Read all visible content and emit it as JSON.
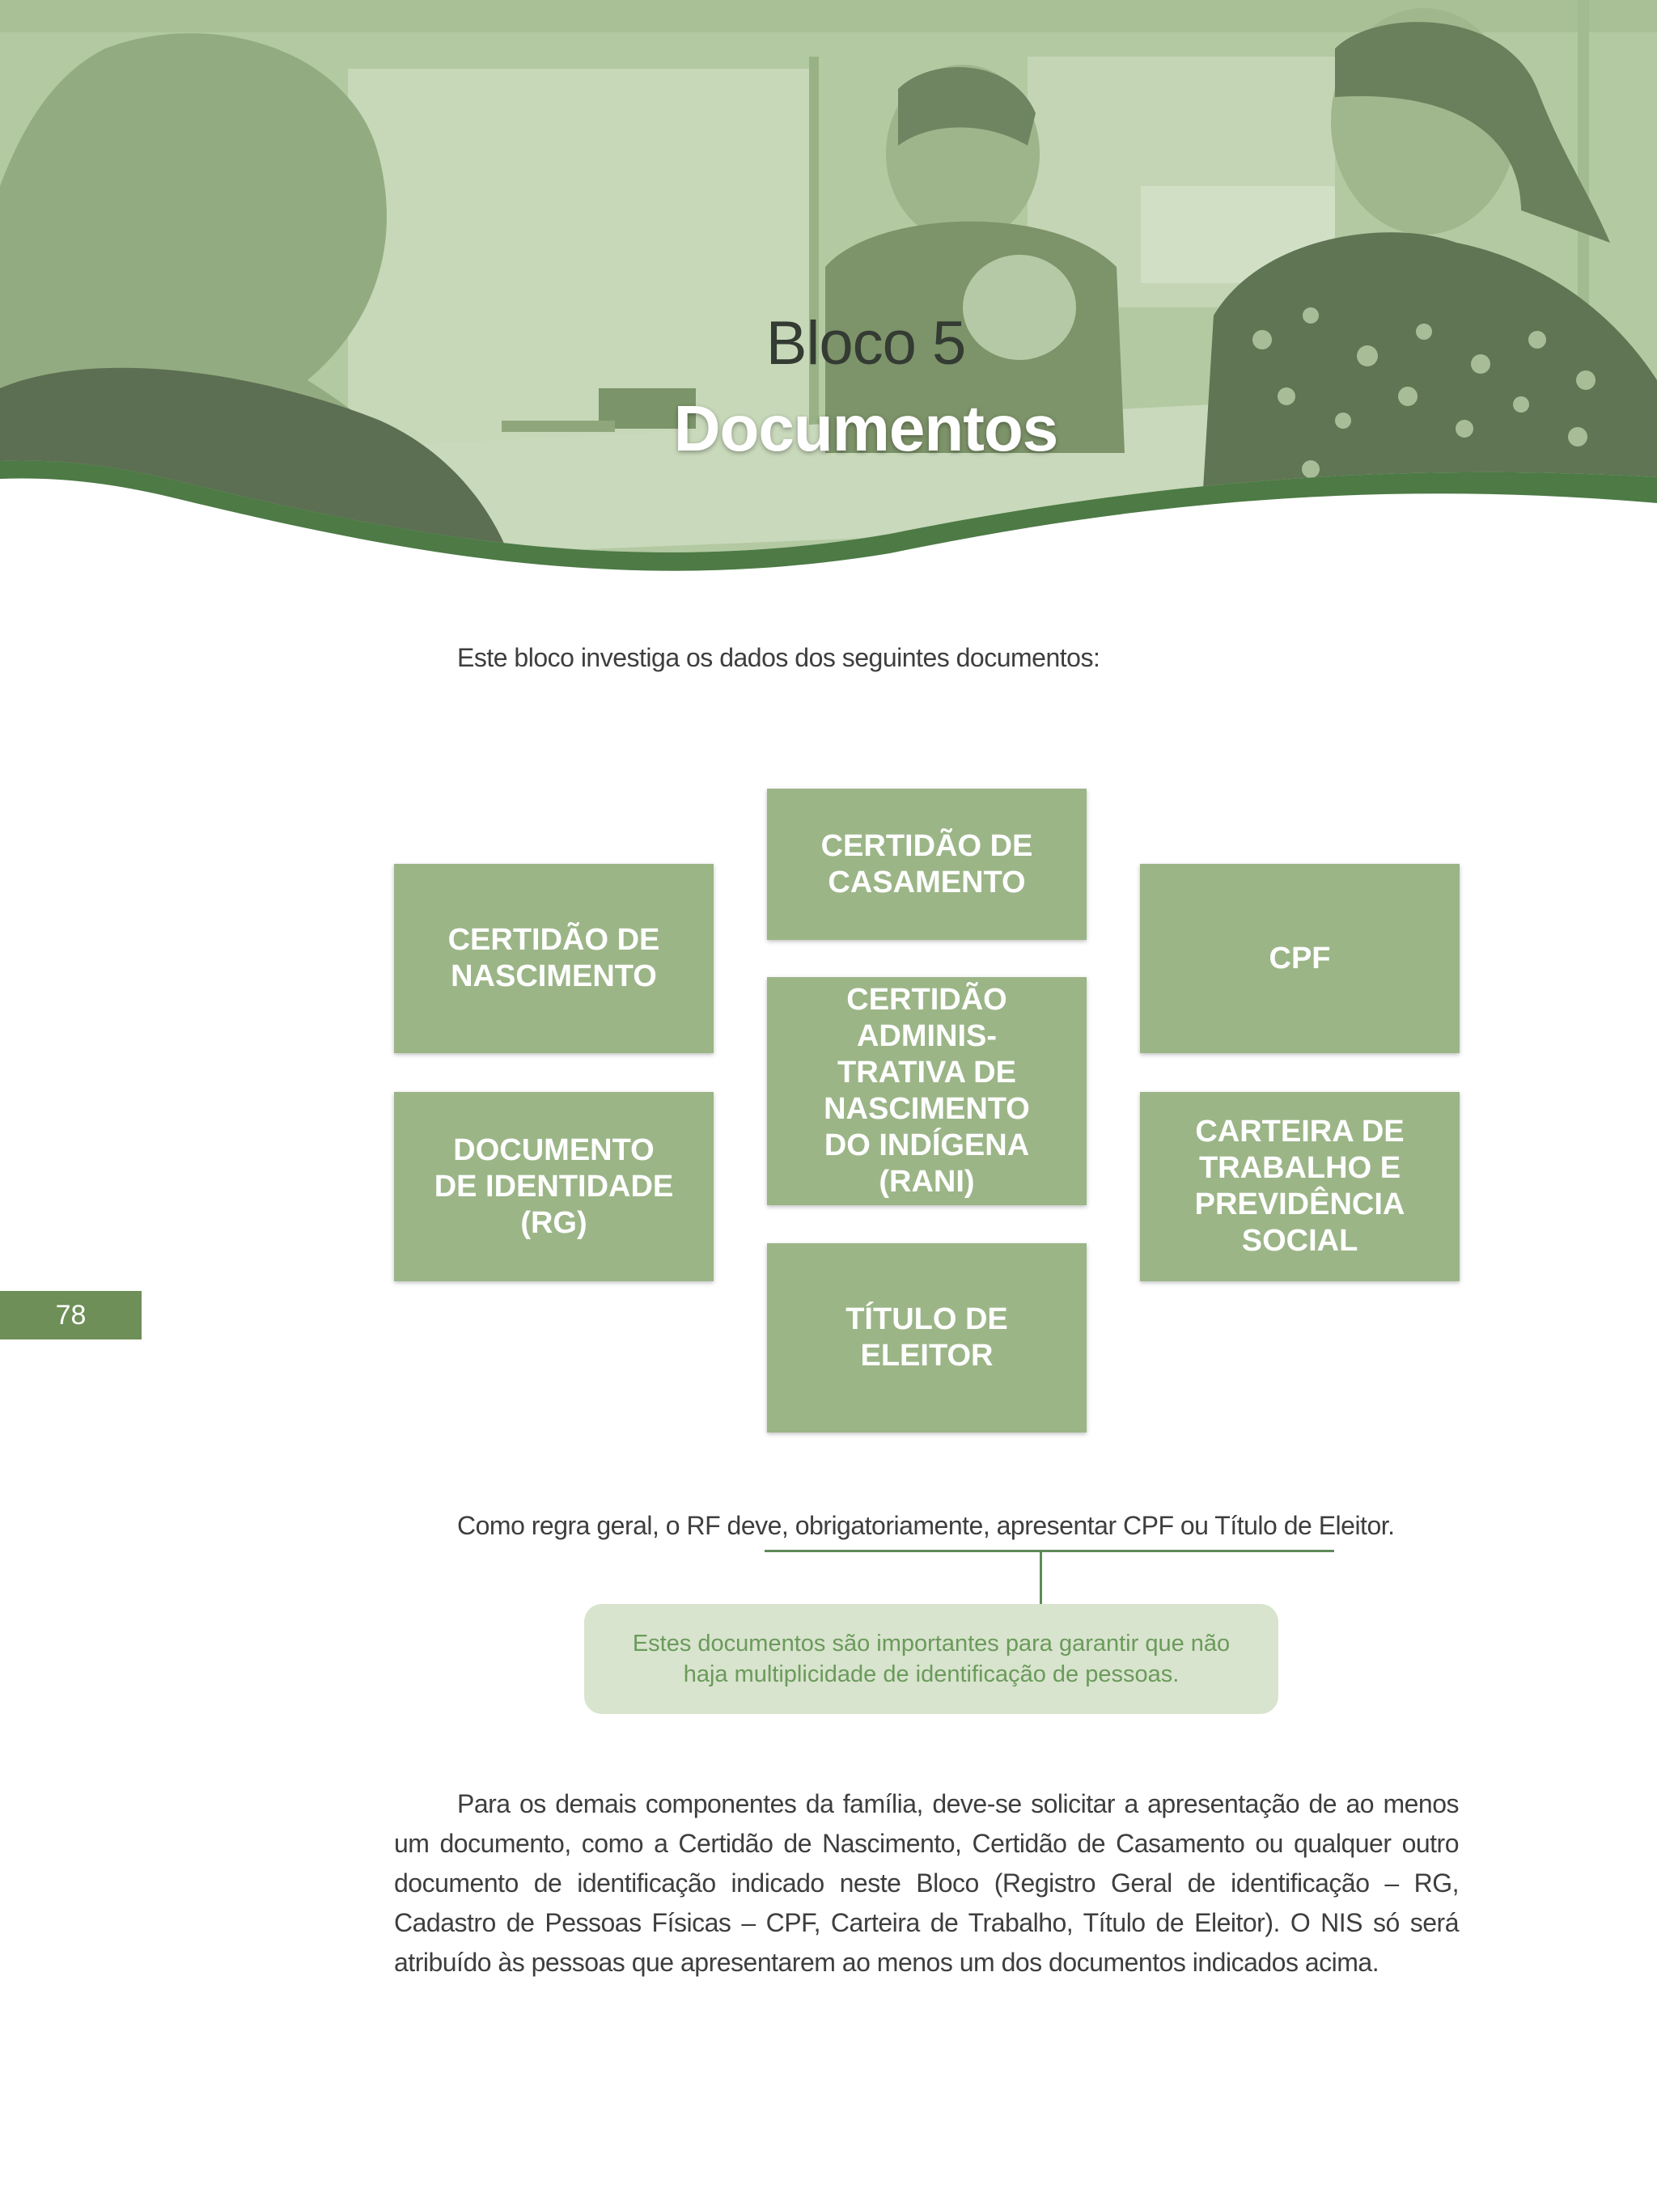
{
  "header": {
    "block_label": "Bloco 5",
    "block_title": "Documentos"
  },
  "intro_text": "Este bloco investiga os dados dos seguintes documentos:",
  "documents": {
    "nascimento": "CERTIDÃO DE\nNASCIMENTO",
    "casamento": "CERTIDÃO DE\nCASAMENTO",
    "cpf": "CPF",
    "rani": "CERTIDÃO\nADMINIS-\nTRATIVA DE\nNASCIMENTO\nDO INDÍGENA\n(RANI)",
    "rg": "DOCUMENTO\nDE IDENTIDADE\n(RG)",
    "ctps": "CARTEIRA DE\nTRABALHO E\nPREVIDÊNCIA\nSOCIAL",
    "titulo": "TÍTULO DE\nELEITOR"
  },
  "page_number": "78",
  "rule_text": "Como regra geral, o RF deve, obrigatoriamente, apresentar CPF ou Título de Eleitor.",
  "note_text": "Estes documentos são importantes para garantir que não haja multiplicidade de identificação de pessoas.",
  "paragraph": "Para os demais componentes da família, deve-se solicitar a apresentação de ao menos um documento, como a Certidão de Nascimento, Certidão de Casamento ou qualquer outro documento de identificação indicado neste Bloco (Registro Geral de identificação – RG, Cadastro de Pessoas Físicas – CPF, Carteira de Trabalho, Título de Eleitor). O NIS só será atribuído às pessoas que apresentarem ao menos um dos documentos indicados acima.",
  "colors": {
    "banner_green": "#b3c9a2",
    "box_green": "#9bb587",
    "wave_green": "#4d7a45",
    "tab_green": "#6e8f57"
  }
}
